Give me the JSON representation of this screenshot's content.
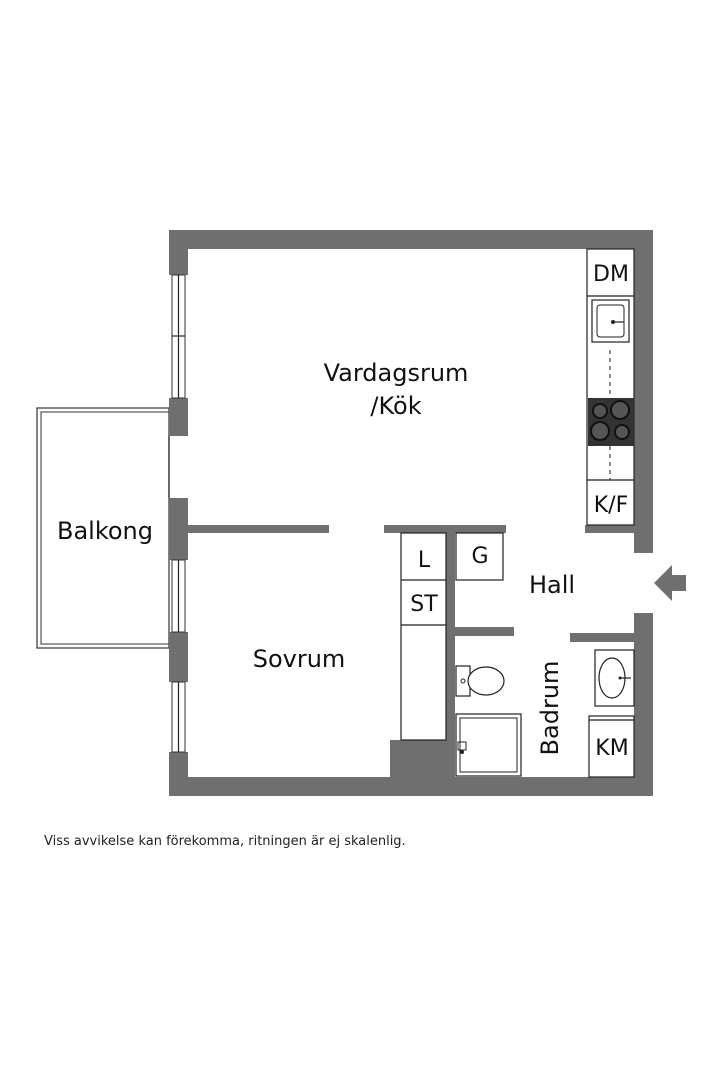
{
  "rooms": {
    "living_line1": "Vardagsrum",
    "living_line2": "/Kök",
    "balcony": "Balkong",
    "bedroom": "Sovrum",
    "hall": "Hall",
    "bathroom": "Badrum"
  },
  "fixtures": {
    "dishwasher": "DM",
    "fridge_freezer": "K/F",
    "closet_l": "L",
    "closet_st": "ST",
    "closet_g": "G",
    "washing_machine": "KM"
  },
  "disclaimer": "Viss avvikelse kan förekomma, ritningen är ej skalenlig.",
  "colors": {
    "wall": "#6f6f6f",
    "line": "#222222",
    "background": "#ffffff"
  }
}
